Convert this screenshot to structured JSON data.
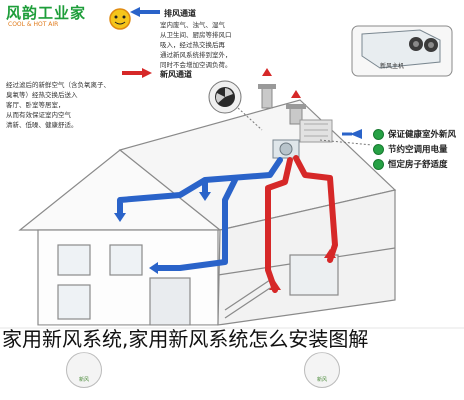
{
  "logo": {
    "title": "风韵工业家",
    "subtitle": "COOL & HOT AIR"
  },
  "legend": {
    "exhaust_title": "排风通道",
    "exhaust_text": [
      "室内废气、浊气、湿气",
      "从卫生间、厨房等排风口",
      "吸入，经过热交换后再",
      "通过新风系统排到室外，",
      "同时不会增加空调负荷。"
    ],
    "fresh_title": "新风通道",
    "fresh_text": [
      "经过滤后的新鲜空气（含负氧离子、",
      "臭氧等）经热交换后送入",
      "客厅、卧室等居室，",
      "从而有效保证室内空气",
      "清新、低噪、健康舒适。"
    ]
  },
  "features": [
    "保证健康室外新风",
    "节约空调用电量",
    "恒定房子舒适度"
  ],
  "device": {
    "label": "新风主机"
  },
  "caption": "家用新风系统,家用新风系统怎么安装图解",
  "thumbnails": [
    {
      "label": "新风"
    },
    {
      "label": "新风"
    }
  ],
  "colors": {
    "fresh_air": "#2a63c9",
    "exhaust_air": "#d62828",
    "brand_green": "#1e9e3a",
    "accent_orange": "#e07a1a"
  }
}
